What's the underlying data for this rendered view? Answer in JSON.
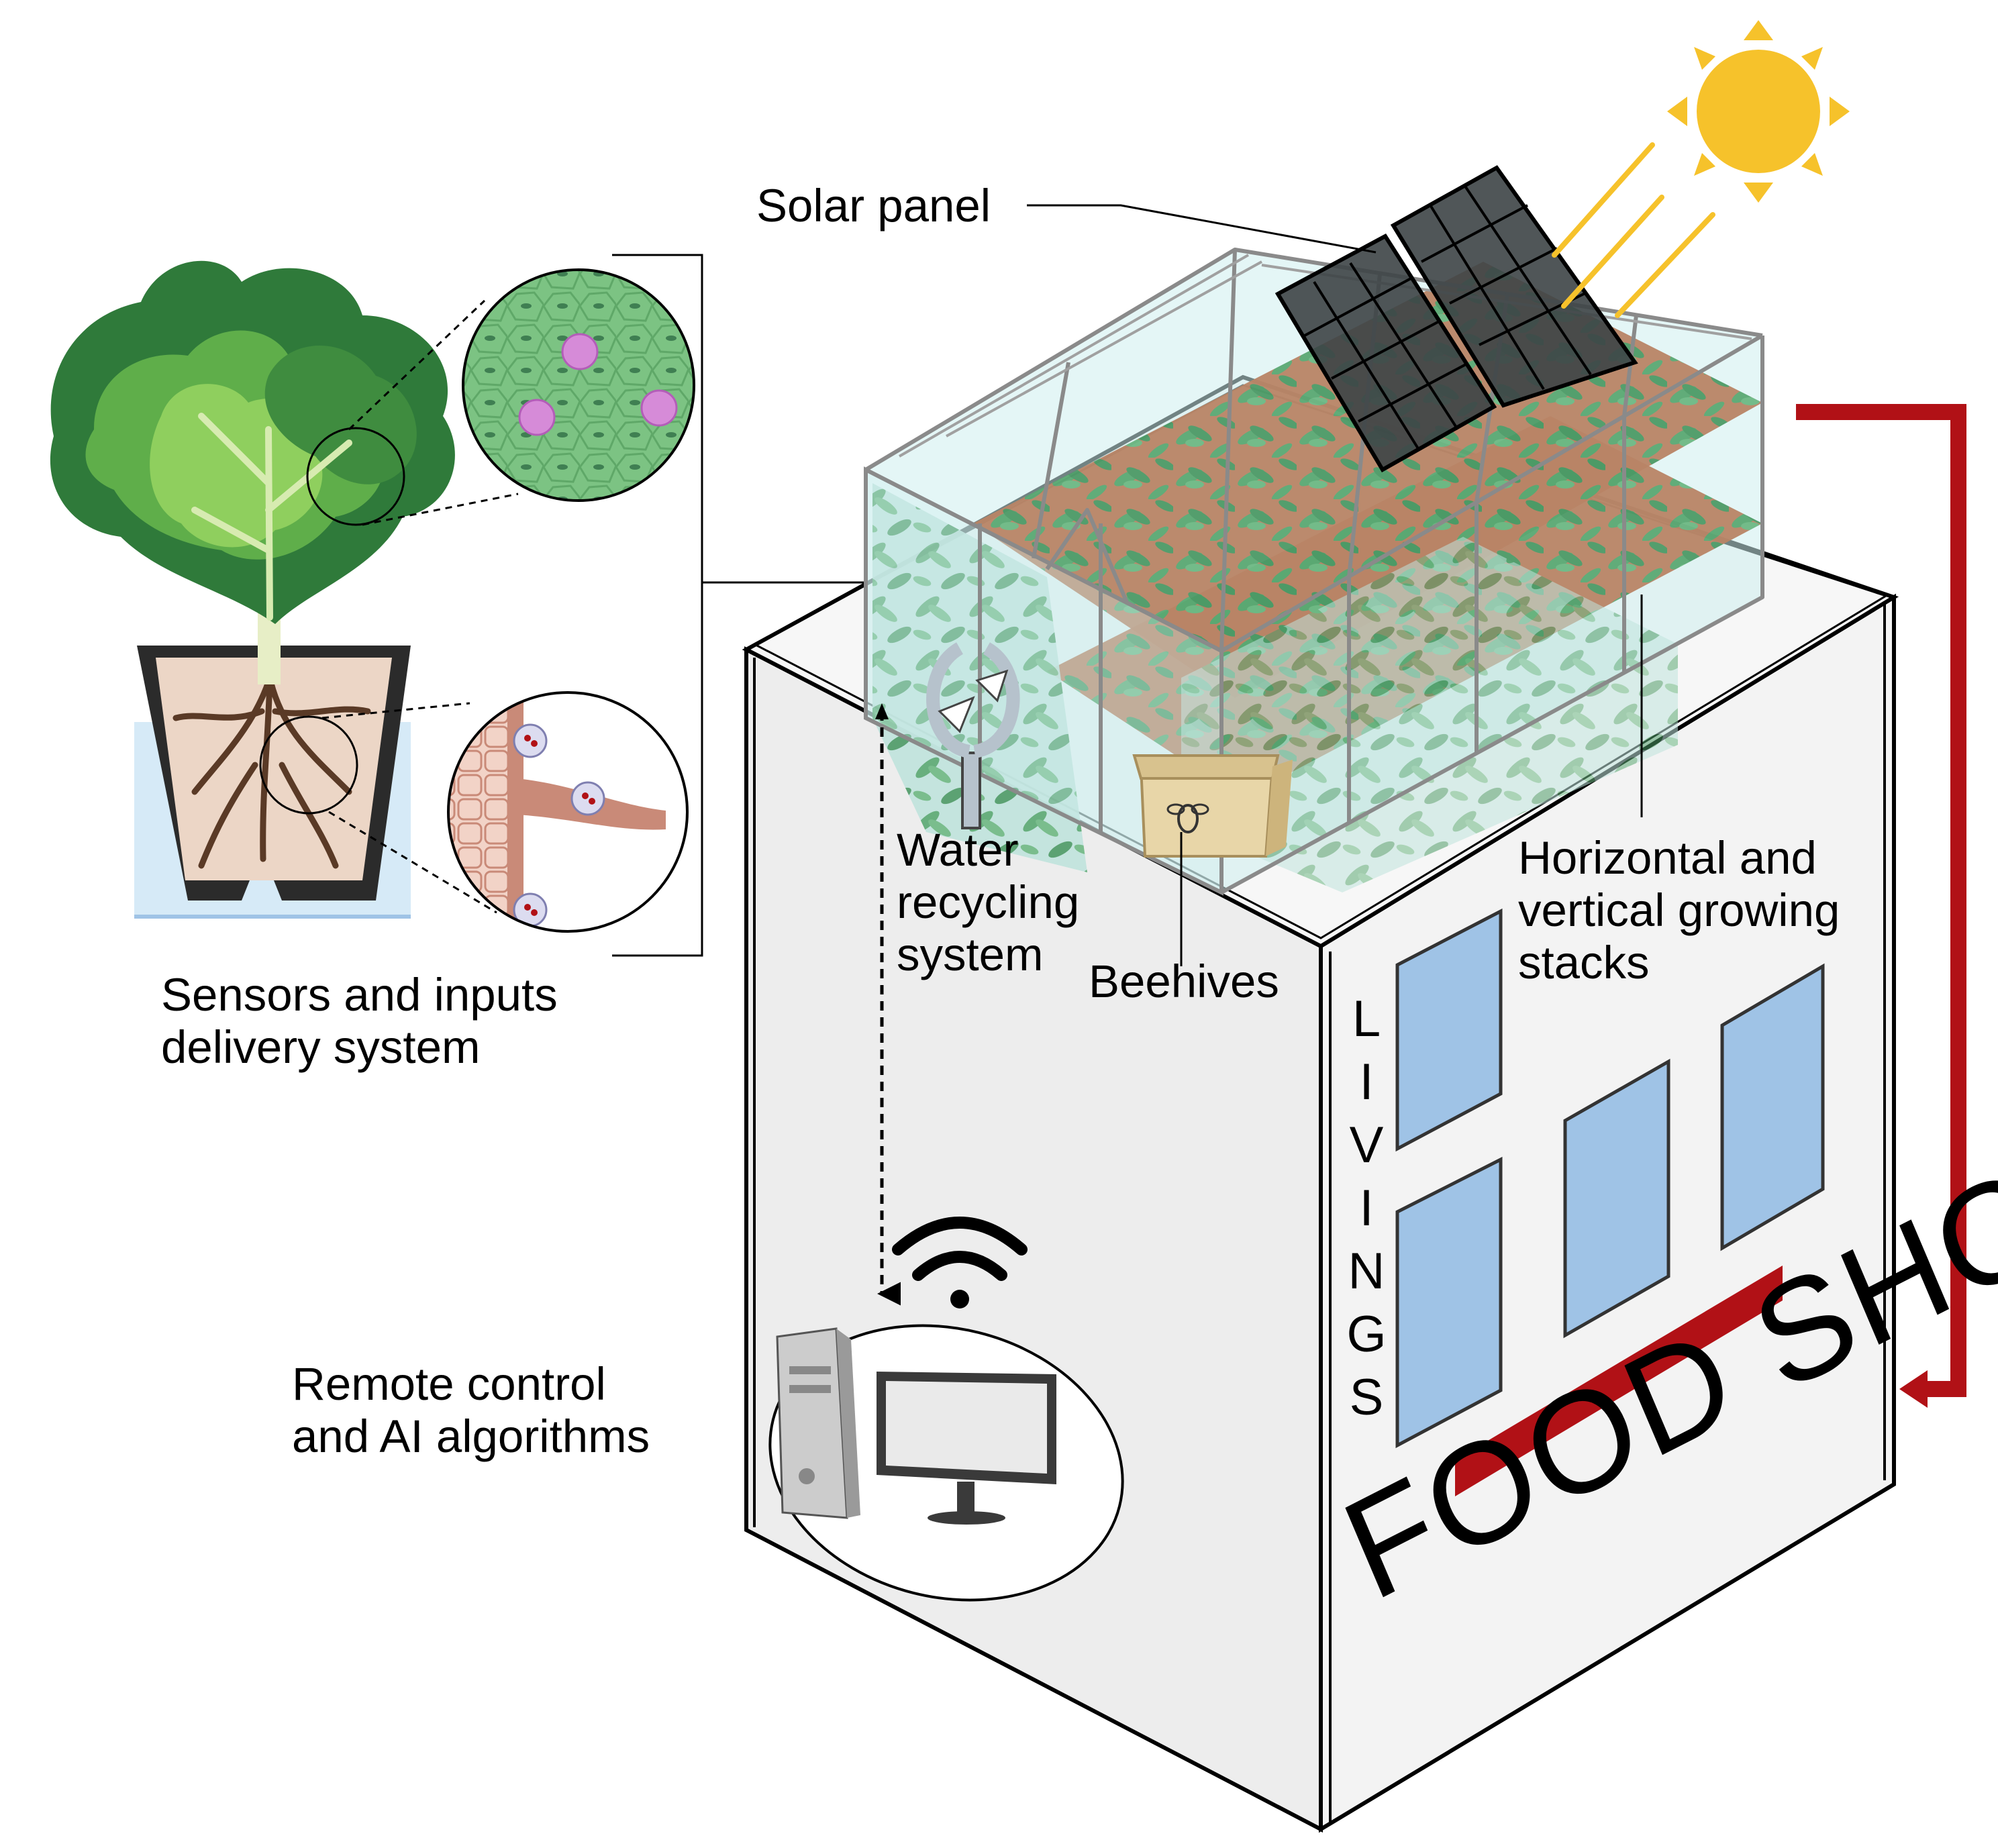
{
  "labels": {
    "solar_panel": "Solar panel",
    "sensors": [
      "Sensors and inputs",
      "delivery system"
    ],
    "water": [
      "Water",
      "recycling",
      "system"
    ],
    "beehives": "Beehives",
    "stacks": [
      "Horizontal and",
      "vertical growing",
      "stacks"
    ],
    "remote": [
      "Remote control",
      "and AI algorithms"
    ]
  },
  "building": {
    "side_sign_letters": [
      "L",
      "I",
      "V",
      "I",
      "N",
      "G",
      "S"
    ],
    "shop_sign": "FOOD SHOP"
  },
  "colors": {
    "arrow": "#b11116",
    "sign_bar": "#b11116",
    "sun": "#f6c22b",
    "glass": "#cdeeee",
    "soil": "#b98466",
    "leaf": "#5aa872",
    "solar_cell": "#3d4446",
    "window": "#9fc3e6",
    "wall": "#ededed"
  }
}
